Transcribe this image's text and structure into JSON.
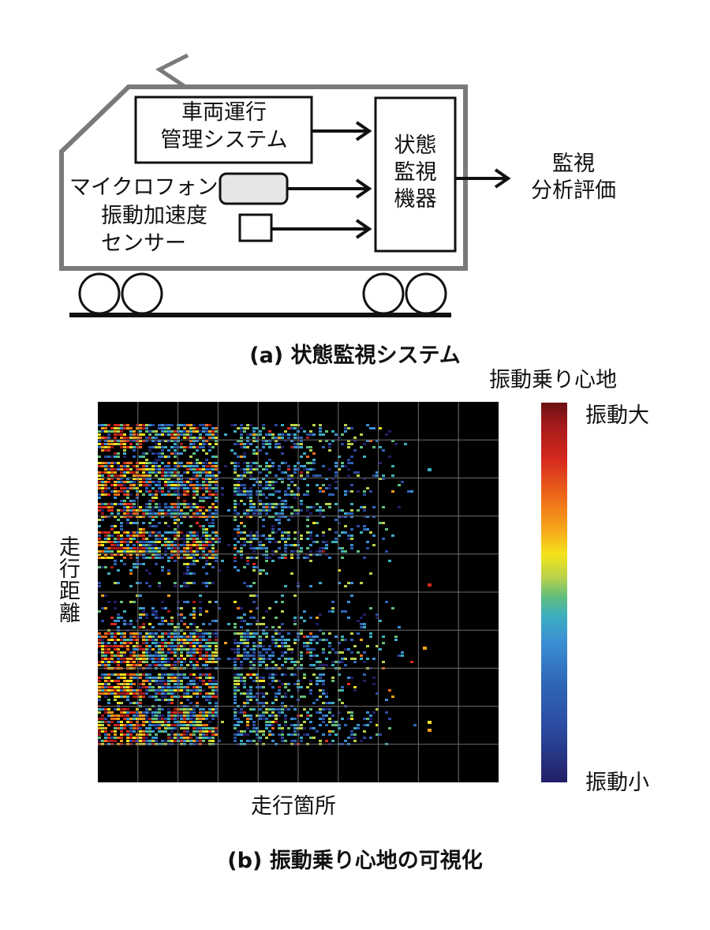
{
  "diagram": {
    "vehicle_management": [
      "車両運行",
      "管理システム"
    ],
    "microphone": "マイクロフォン",
    "vibration_sensor": [
      "振動加速度",
      "センサー"
    ],
    "monitor_device": [
      "状態",
      "監視",
      "機器"
    ],
    "analysis": [
      "監視",
      "分析評価"
    ],
    "caption_a": "(a) 状態監視システム"
  },
  "heatmap": {
    "legend_title": "振動乗り心地",
    "legend_high": "振動大",
    "legend_low": "振動小",
    "y_label": "走行距離",
    "x_label": "走行箇所",
    "caption_b": "(b) 振動乗り心地の可視化",
    "colors": {
      "background": "#000000",
      "grid": "#6e6e6e"
    }
  },
  "chart_data": {
    "type": "heatmap",
    "xlabel": "走行箇所",
    "ylabel": "走行距離",
    "legend": "振動乗り心地",
    "scale_low": "振動小",
    "scale_high": "振動大",
    "grid": true
  }
}
